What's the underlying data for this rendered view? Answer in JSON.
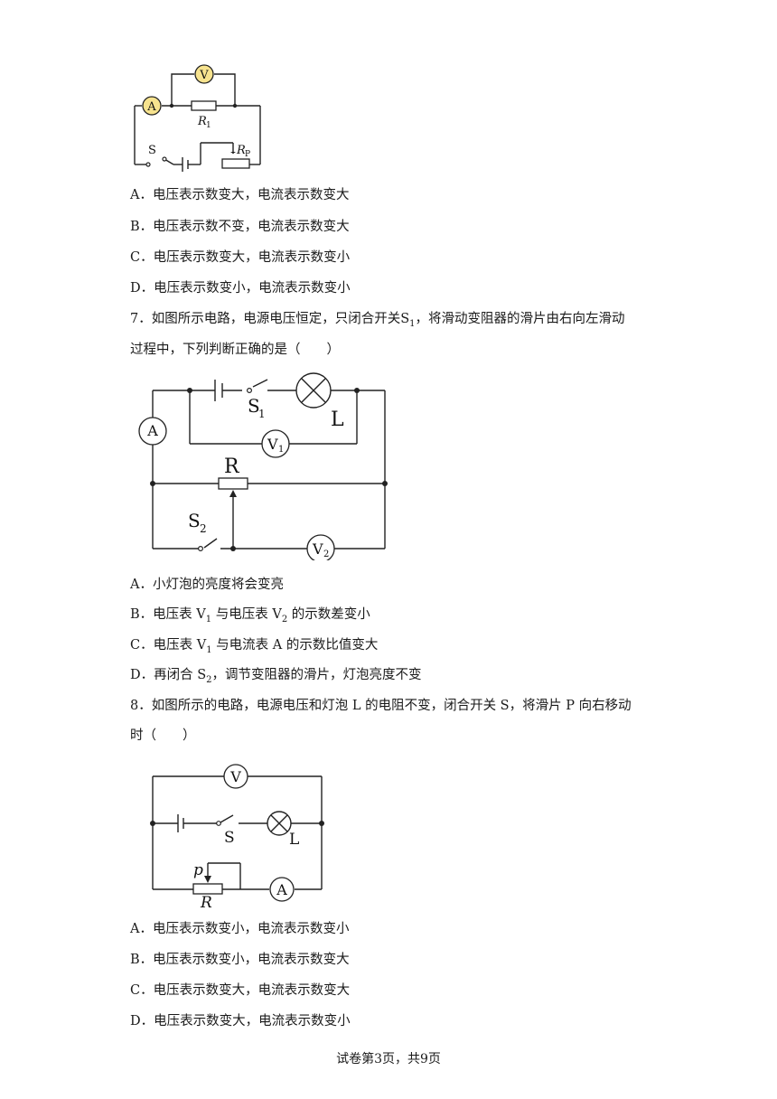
{
  "q6": {
    "labels": {
      "voltmeter": "V",
      "ammeter": "A",
      "resistor_main": "R",
      "resistor_sub": "1",
      "switch": "S",
      "rheostat_main": "R",
      "rheostat_sub": "P"
    },
    "options": [
      "A．电压表示数变大，电流表示数变大",
      "B．电压表示数不变，电流表示数变大",
      "C．电压表示数变大，电流表示数变小",
      "D．电压表示数变小，电流表示数变小"
    ]
  },
  "q7": {
    "line1": "7．如图所示电路，电源电压恒定，只闭合开关S",
    "line1_sub": "1",
    "line1_tail": "，将滑动变阻器的滑片由右向左滑动",
    "line2": "过程中，下列判断正确的是（　　）",
    "labels": {
      "ammeter": "A",
      "switch1": "S",
      "switch1_sub": "1",
      "lamp": "L",
      "v1": "V",
      "v1_sub": "1",
      "resistor": "R",
      "switch2": "S",
      "switch2_sub": "2",
      "v2": "V",
      "v2_sub": "2"
    },
    "optA": "A．小灯泡的亮度将会变亮",
    "optB_1": "B．电压表 V",
    "optB_sub1": "1",
    "optB_2": " 与电压表 V",
    "optB_sub2": "2",
    "optB_3": " 的示数差变小",
    "optC_1": "C．电压表 V",
    "optC_sub": "1",
    "optC_2": " 与电流表 A 的示数比值变大",
    "optD_1": "D．再闭合 S",
    "optD_sub": "2",
    "optD_2": "，调节变阻器的滑片，灯泡亮度不变"
  },
  "q8": {
    "line1": "8．如图所示的电路，电源电压和灯泡 L 的电阻不变，闭合开关 S，将滑片 P 向右移动",
    "line2": "时（　　）",
    "labels": {
      "voltmeter": "V",
      "switch": "S",
      "lamp": "L",
      "slider": "p",
      "resistor": "R",
      "ammeter": "A"
    },
    "options": [
      "A．电压表示数变小，电流表示数变小",
      "B．电压表示数变小，电流表示数变大",
      "C．电压表示数变大，电流表示数变大",
      "D．电压表示数变大，电流表示数变小"
    ]
  },
  "footer": "试卷第3页，共9页"
}
